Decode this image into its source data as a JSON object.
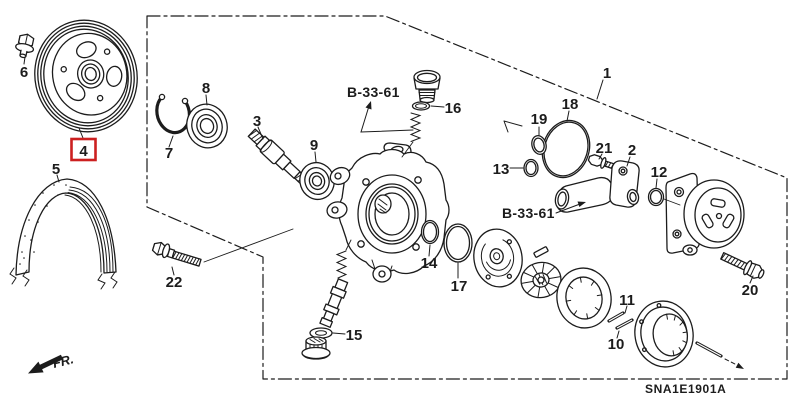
{
  "diagram": {
    "code": "SNA1E1901A",
    "direction_label": "FR.",
    "reference_label": "B-33-61",
    "highlighted_part": "4",
    "colors": {
      "highlight": "#cc2020",
      "line": "#1c1c1c",
      "background": "#ffffff"
    },
    "part_labels": {
      "p1": "1",
      "p2": "2",
      "p3": "3",
      "p4": "4",
      "p5": "5",
      "p6": "6",
      "p7": "7",
      "p8": "8",
      "p9": "9",
      "p10": "10",
      "p11": "11",
      "p12": "12",
      "p13": "13",
      "p14": "14",
      "p15": "15",
      "p16": "16",
      "p17": "17",
      "p18": "18",
      "p19": "19",
      "p20": "20",
      "p21": "21",
      "p22": "22"
    }
  }
}
